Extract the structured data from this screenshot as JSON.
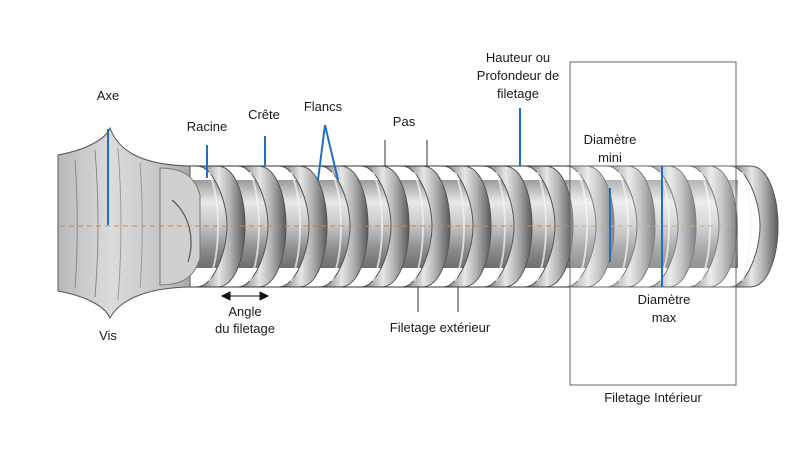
{
  "labels": {
    "axe": "Axe",
    "vis": "Vis",
    "racine": "Racine",
    "crete": "Crête",
    "flancs": "Flancs",
    "pas": "Pas",
    "hauteur_1": "Hauteur ou",
    "hauteur_2": "Profondeur de",
    "hauteur_3": "filetage",
    "diametre_mini_1": "Diamètre",
    "diametre_mini_2": "mini",
    "diametre_max_1": "Diamètre",
    "diametre_max_2": "max",
    "angle_1": "Angle",
    "angle_2": "du filetage",
    "filetage_exterieur": "Filetage extérieur",
    "filetage_interieur": "Filetage Intérieur"
  },
  "colors": {
    "callout_blue": "#1f6fc4",
    "line_dark": "#333333",
    "metal_light": "#d4d4d4",
    "metal_dark": "#7d7d7d"
  }
}
